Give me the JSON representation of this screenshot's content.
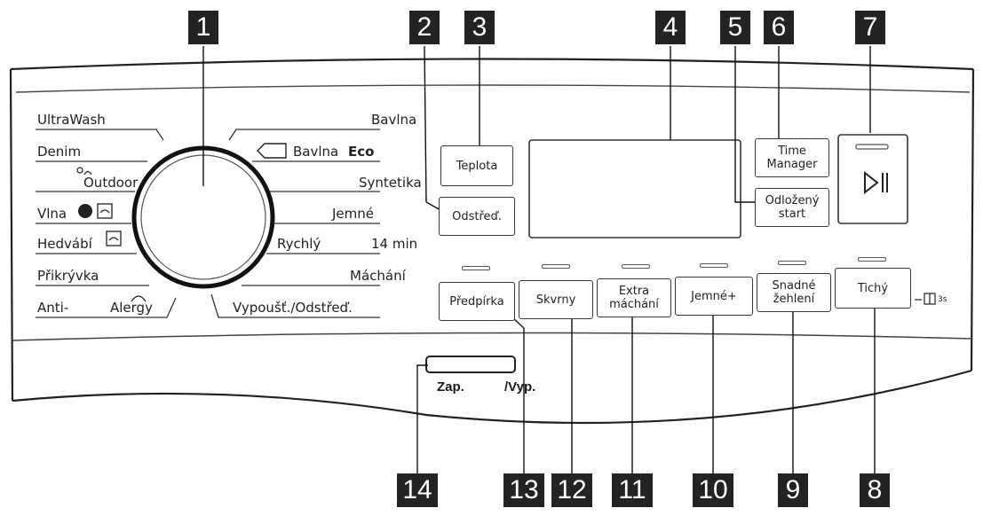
{
  "callouts": [
    "1",
    "2",
    "3",
    "4",
    "5",
    "6",
    "7",
    "8",
    "9",
    "10",
    "11",
    "12",
    "13",
    "14"
  ],
  "dial_left": {
    "ultrawash": "UltraWash",
    "denim": "Denim",
    "outdoor": "Outdoor",
    "vlna": "Vlna",
    "hedvabi": "Hedvábí",
    "prikryvka": "Přikrývka",
    "antialergy_a": "Anti-",
    "antialergy_b": "Alergy"
  },
  "dial_right": {
    "bavlna": "Bavlna",
    "bavlna_eco_a": "Bavlna",
    "bavlna_eco_b": "Eco",
    "syntetika": "Syntetika",
    "jemne": "Jemné",
    "rychly": "Rychlý",
    "min14": "14 min",
    "machani": "Máchání",
    "vypousteni": "Vypoušť./Odstřeď."
  },
  "buttons": {
    "teplota": "Teplota",
    "odstred": "Odstřeď.",
    "time_manager_a": "Time",
    "time_manager_b": "Manager",
    "odlozeny_a": "Odložený",
    "odlozeny_b": "start",
    "predpirka": "Předpírka",
    "skvrny": "Skvrny",
    "extra_a": "Extra",
    "extra_b": "máchání",
    "jemne_plus": "Jemné+",
    "snadne_a": "Snadné",
    "snadne_b": "žehlení",
    "tichy": "Tichý"
  },
  "lock_label": "3s",
  "power": {
    "zap": "Zap.",
    "vyp": "/Vyp."
  }
}
